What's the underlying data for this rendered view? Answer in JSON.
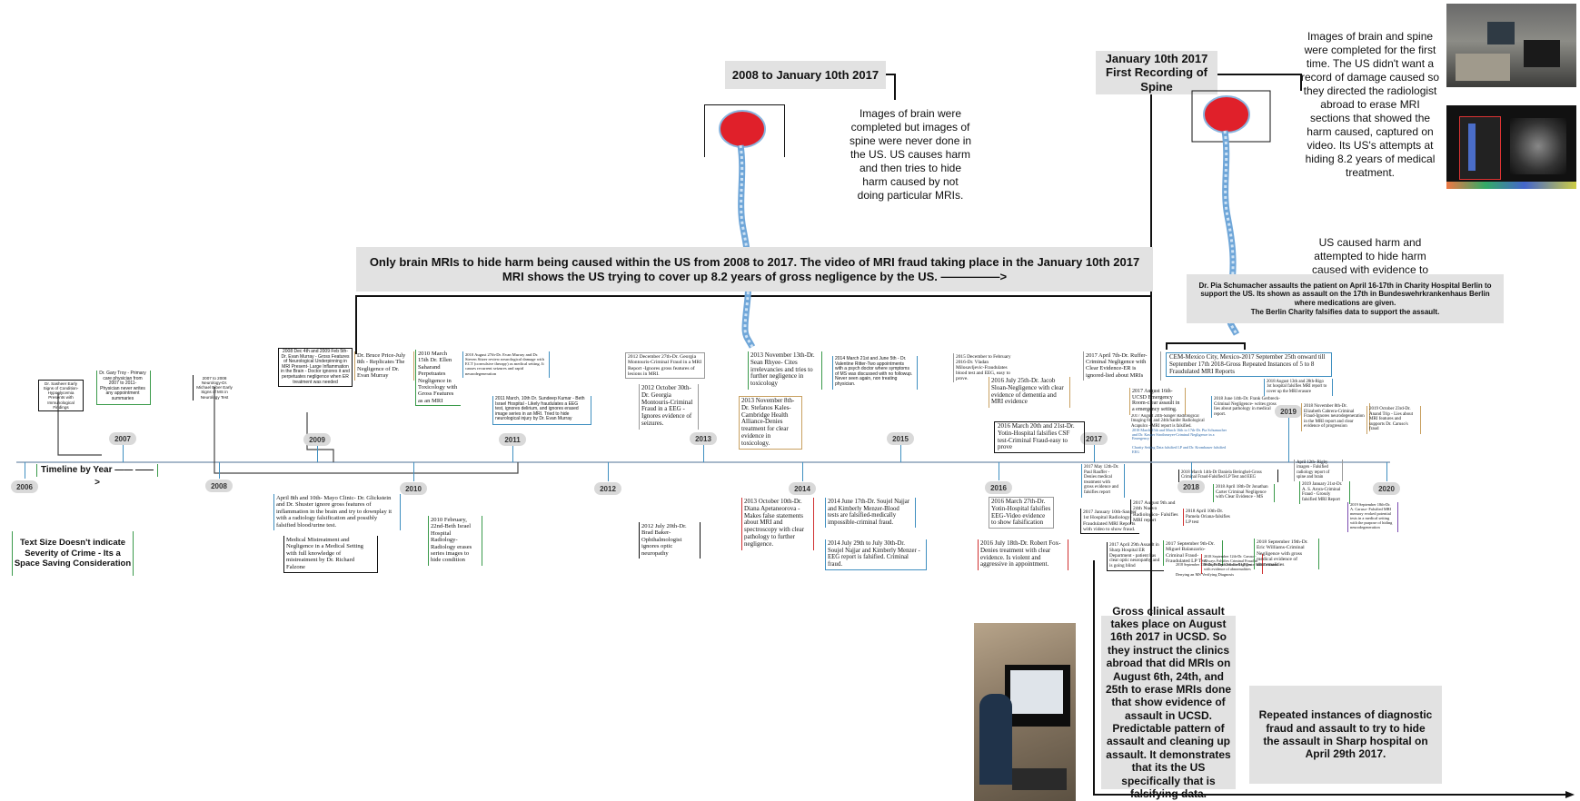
{
  "headers": {
    "period_label": "2008 to January 10th 2017",
    "first_spine_label": "January 10th 2017 First Recording of Spine"
  },
  "paragraphs": {
    "brain_only": "Images of brain were completed but images of spine were never done in the US. US causes harm and then tries to hide harm caused by not doing particular MRIs.",
    "spine_first": "Images of brain and spine were completed for the first time. The US didn't want a record of damage caused so they directed the radiologist abroad to erase MRI sections that showed the harm caused, captured on video. Its US's attempts at hiding 8.2 years of medical treatment.",
    "us_caused": "US caused harm and attempted to hide harm caused with evidence to show how."
  },
  "banners": {
    "main": "Only brain MRIs to hide harm being caused within the US from 2008 to 2017. The video of MRI fraud taking place in the January 10th 2017 MRI shows the US trying to cover up 8.2 years of gross negligence by the US. —————>",
    "charity": "Dr. Pia Schumacher assaults the patient on April 16-17th in Charity Hospital Berlin to support the US. Its shown as assault on the 17th in Bundeswehrkrankenhaus Berlin where medications are given.\nThe Berlin Charity falsifies data to support the assault.",
    "ucsd": "Gross clinical assault takes place on August 16th 2017 in UCSD. So they instruct the clinics abroad that did MRIs on August 6th, 24th, and 25th to erase MRIs done that show evidence of assault in UCSD. Predictable pattern of assault and cleaning up assault. It demonstrates that its the US specifically that is falsifying data.",
    "sharp": "Repeated instances of diagnostic fraud and assault to try to hide the assault in Sharp hospital on April 29th 2017.",
    "text_size": "Text Size Doesn't indicate Severity of Crime - Its a Space Saving Consideration"
  },
  "timeline_label": "Timeline by Year —— —— >",
  "years": [
    "2006",
    "2007",
    "2008",
    "2009",
    "2010",
    "2011",
    "2012",
    "2013",
    "2014",
    "2015",
    "2016",
    "2017",
    "2018",
    "2019",
    "2020"
  ],
  "events": {
    "e_sasheer": "Dr. Sasheer Early Signs of Condition- Hypoglycemia Presents with Immunological Findings",
    "e_gary": "Dr. Gary Troy - Primary care physician from 2007 to 2011- Physician never writes any appointment summaries",
    "e_2007": "2007 to 2008 Neurology-Dr. Michael Biber Early Signs of MS in Neurology Test",
    "e_murray2008": "2008 Dec 4th and 2009 Feb 5th-Dr. Evan Murray - Gross Features of Neurological Underpinning in MRI Present- Large Inflammation in the Brain - Doctor ignores it and perpetuates negligence when ER treatment was needed",
    "e_price": "Dr. Bruce Price-July 8th - Replicates The Negligence of Dr. Evan Murray",
    "e_saharand": "2010 March 15th Dr. Ellen Saharand Perpetuates Negligence in Toxicology with Gross Features as an MRI",
    "e_aug27": "2010 August 27th-Dr. Evan Murray and Dr. Steven Sitzer review neurological damage with ECT (convulsive therapy) as medical setting. It causes recurrent seizures and rapid neurodegeneration",
    "e_kumar": "2011 March, 10th Dr. Sundeep Kumar - Beth Israel Hospital - Likely fraudulates a EEG test, ignores delirium, and ignores erased image series in an MRI. Tried to hide neurological injury by Dr. Evan Murray",
    "e_montouris_mri": "2012 December 27th-Dr. Georgia Montouris-Criminal Fraud in a MRI Report -Ignores gross features of lesions in MRI.",
    "e_montouris_eeg": "2012 October 30th-Dr. Georgia Montouris-Criminal Fraud in a EEG - Ignores evidence of seizures.",
    "e_rhyee": "2013 November 13th-Dr. Sean Rhyee- Cites irrelevancies and tries to further negligence in toxicology",
    "e_kales": "2013 November 8th-Dr. Stefanos Kales-Cambridge Health Alliance-Denies treatment for clear evidence in toxicology.",
    "e_ritter": "2014 March 21st and June 5th - Dr. Valentine Ritter-Two appointments with a psych doctor where symptoms of MS was discussed with no followup. Never seen again, non treating physician.",
    "e_milosavljevic": "2015 December to February 2016-Dr. Vladan Milosavljevic-Fraudulates blood test and EEG, easy to prove.",
    "e_sloan": "2016 July 25th-Dr. Jacob Sloan-Negligence with clear evidence of dementia and MRI evidence",
    "e_yotin_csf": "2016 March 20th and 21st-Dr. Yotin-Hospital falsifies CSF test-Criminal Fraud-easy to prove",
    "e_ruffer": "2017 April 7th-Dr. Ruffer-Criminal Negligence with Clear Evidence-ER is ignored-lied about MRIs",
    "e_cem": "CEM-Mexico City, Mexico-2017 September 25th onward till September 17th 2018-Gross Repeated Instances of 5 to 8 Fraudulated MRI Reports",
    "e_ucsd_er": "2017 August 16th-UCSD Emergency Room-clear assault in a emergency setting.",
    "e_aug24": "2017 August 24th-Sanger Radiological Imaging 6th and 24th/Sanfer Radiological Acapulco - MRI report is falsified.",
    "e_june14": "2018 June 14th-Dr. Frank Gerbreck-Criminal Negligence- writes gross lies about pathology in medical report.",
    "e_aug13": "2018 August 13th and 28th-Rigo 1st hospital falsifies MRI report to cover up the MRI erasure",
    "e_cabrera": "2018 November 8th-Dr. Elizabeth Cabrera-Criminal Fraud-Ignores neurodegeneration in the MRI report and clear evidence of progression",
    "e_anand": "2019 October 23rd-Dr. Anand Trip - Lies about MRI features and supports Dr. Caruso's fraud",
    "e_charity_mar": "2018 March 15th and March 16th to 17th-Dr. Pia Schumacher and Dr. Kasper Strothmeyer-Criminal Negligence in a Emergency",
    "e_charity_falsify": "Charity Setting Data falsified LP and Dr. Krombauer falsified EEG",
    "e_mayo": "April 8th and 10th- Mayo Clinic- Dr. Glickstein and Dr. Shuster ignore gross features of inflammation in the brain and try to downplay it with a radiology falsification and possibly falsified blood/urine test.",
    "e_mistreatment": "Medical Mistreatment and Negligence in a Medical Setting with full knowledge of mistreatment by Dr. Richard Falzone",
    "e_bid2010": "2010 February, 22nd-Beth Israel Hospital Radiology-Radiology erases series images to hide condition",
    "e_baker": "2012 July 20th-Dr. Brad Baker-Ophthalmologist ignores optic neuropathy",
    "e_apetanorova": "2013 October 10th-Dr. Diana Apetaneorova - Makes false statements about MRI and spectroscopy with clear pathology to further negligence.",
    "e_najjar_blood": "2014 June 17th-Dr. Soujel Najjar and Kimberly Menzer-Blood tests are falsified-medically impossible-criminal fraud.",
    "e_najjar_eeg": "2014 July 29th to July 30th-Dr. Soujel Najjar and Kimberly Menzer - EEG report is falsified. Criminal fraud.",
    "e_yotin_eeg": "2016 March 27th-Dr. Yotin-Hospital falsifies EEG-Video evidence to show falsification",
    "e_fox": "2016 July 18th-Dr. Robert Fox-Denies treatment with clear evidence. Is violent and aggressive in appointment.",
    "e_rauffer": "2017 May 12th-Dr. Paul Rauffer - Denies medical treatment with gross evidence and falsifies report",
    "e_jan10": "2017 January 10th-Sanger 1st Hospital Radiology- Fraudulated MRI Reports with video to show fraud.",
    "e_aug9": "2017 August 9th and 24th Nuevo Radiologico- Falsifies MRI report",
    "e_sharp": "2017 April 29th Assault in Sharp Hospital ER Department - patient has clear optic neuropathy and is going blind",
    "e_balanzario": "2017 September 9th-Dr. Miguel Balanzario-Criminal Fraud-Fraudulated LP Test",
    "e_parkhurst": "2018 April 10th-Dr. Pamela Oriana-falsifies LP test",
    "e_carter": "2018 April 18th-Dr Jonathan Carter Criminal Negligence with Clear Evidence - MS",
    "e_daniela": "2018 March 14th-Dr Daniela Beringhel-Gross Criminal Fraud-Falsified LP Test and EEG",
    "e_caruso": "2018 September 12th-Dr. Caruso - Always Falsifies Criminal Fraud in Multiple Tests Falsified LP Test with evidence of abnormalities",
    "e_williams": "2018 September 19th-Dr. Eric Williams-Criminal Negligence with gross medical evidence of abnormalities",
    "e_kinkelin": "2018 September 13th-Dr. Phillip Kinkelin-Negligence With Treatment",
    "e_otten": "Denying an MS Verifying Diagnosis",
    "e_april2019": "April 12th- Rigby imagen - Falsified radiology report of spine and brain",
    "e_arora": "2019 January 21st-Dr. A. S. Arora-Criminal Fraud - Grossly falsified MRI Report",
    "e_sept2019": "2019 September 18th-Dr. A. Caruso- Falsified MRI memory evoked potential tests in a medical setting with the purpose of hiding neurodegeneration"
  }
}
